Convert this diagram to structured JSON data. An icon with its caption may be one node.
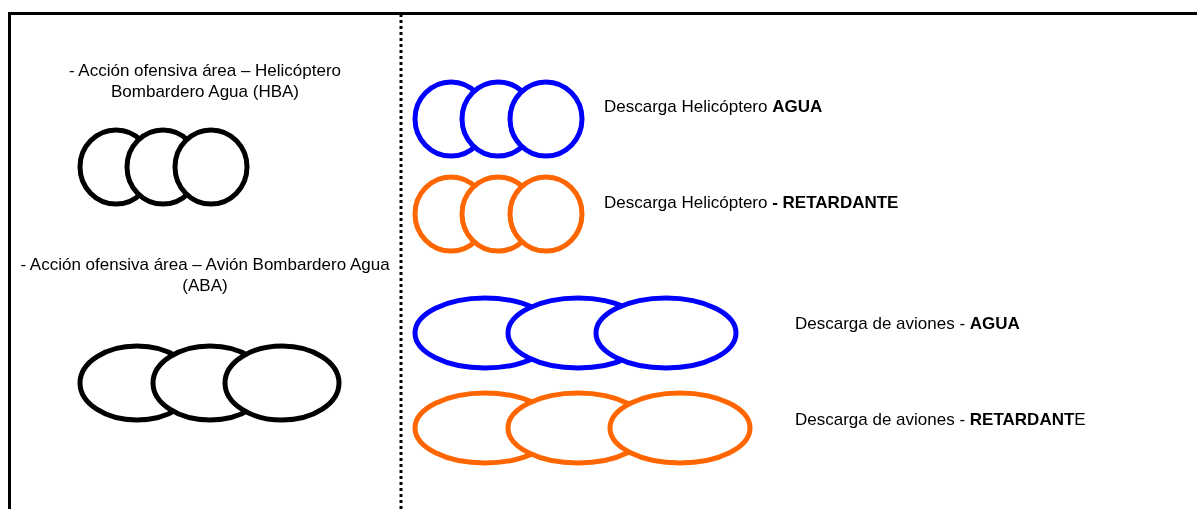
{
  "diagram": {
    "labels": [
      "- Acción ofensiva área – Helicóptero Bombardero Agua (HBA)",
      "- Acción ofensiva área – Avión Bombardero Agua (ABA)"
    ],
    "legend": [
      {
        "text": "Descarga Helicóptero **AGUA**"
      },
      {
        "text": "Descarga Helicóptero **- RETARDANTE**"
      },
      {
        "text": "Descarga de aviones - **AGUA**"
      },
      {
        "text": "Descarga de aviones - **RETARDANT**E"
      }
    ]
  }
}
